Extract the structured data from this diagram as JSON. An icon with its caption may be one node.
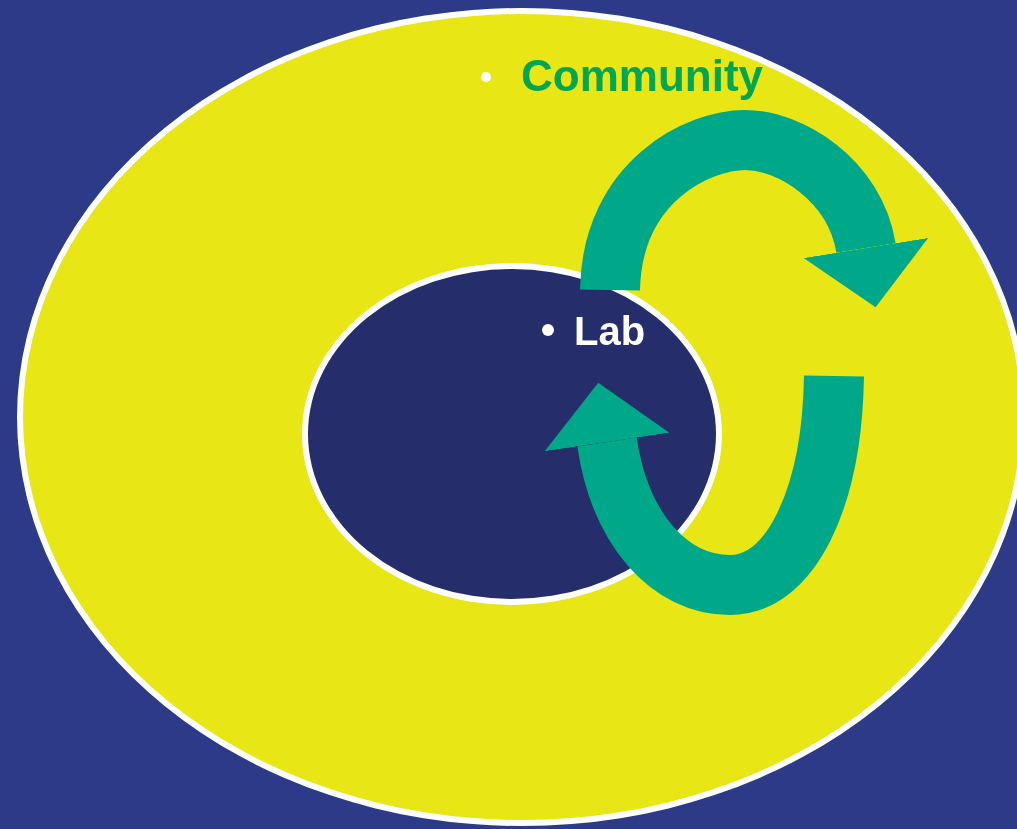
{
  "diagram": {
    "nodes": [
      {
        "text": [
          "Community"
        ]
      },
      {
        "text": [
          "Lab"
        ],
        "in": 0
      }
    ],
    "edges": [
      {
        "from": 1,
        "to": 0,
        "arrow": "to"
      },
      {
        "from": null,
        "to": 1,
        "arrow": "to"
      }
    ]
  }
}
